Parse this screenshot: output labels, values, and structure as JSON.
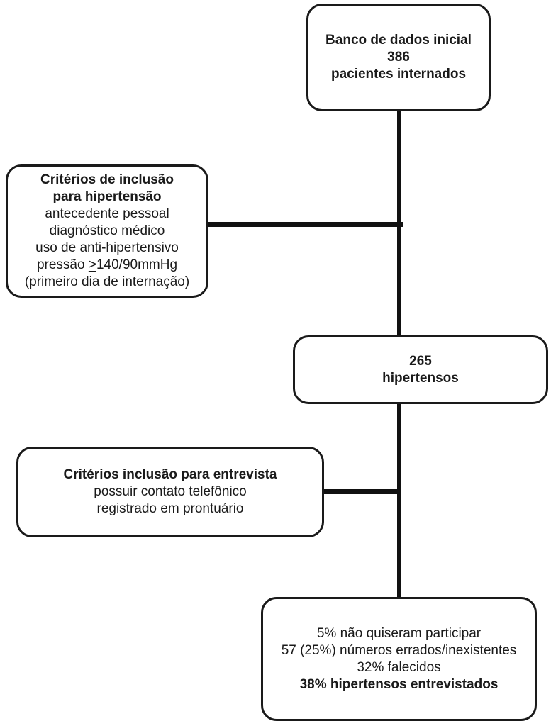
{
  "colors": {
    "background": "#ffffff",
    "border": "#1a1a1a",
    "connector": "#111111",
    "text": "#1a1a1a"
  },
  "boxes": {
    "initial": {
      "lines": [
        "Banco de dados inicial",
        "386",
        "pacientes internados"
      ]
    },
    "criteria_hypertension": {
      "title": [
        "Critérios de inclusão",
        "para hipertensão"
      ],
      "items": [
        "antecedente pessoal",
        "diagnóstico médico",
        "uso de anti-hipertensivo"
      ],
      "pressure": {
        "prefix": "pressão",
        "symbol": ">",
        "suffix": "140/90mmHg"
      },
      "footnote": "(primeiro dia de internação)"
    },
    "hypertensives": {
      "lines": [
        "265",
        "hipertensos"
      ]
    },
    "criteria_interview": {
      "title": "Critérios inclusão para entrevista",
      "items": [
        "possuir contato telefônico",
        "registrado em prontuário"
      ]
    },
    "results": {
      "items": [
        "5% não quiseram participar",
        "57 (25%) números errados/inexistentes",
        "32% falecidos"
      ],
      "highlight": "38% hipertensos entrevistados"
    }
  }
}
